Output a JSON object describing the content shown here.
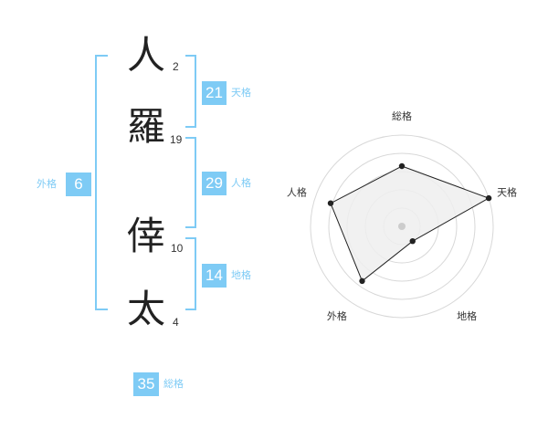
{
  "name": {
    "chars": [
      {
        "char": "人",
        "strokes": "2"
      },
      {
        "char": "羅",
        "strokes": "19"
      },
      {
        "char": "倖",
        "strokes": "10"
      },
      {
        "char": "太",
        "strokes": "4"
      }
    ]
  },
  "kakusu": {
    "tenkaku": {
      "value": "21",
      "label": "天格"
    },
    "jinkaku": {
      "value": "29",
      "label": "人格"
    },
    "chikaku": {
      "value": "14",
      "label": "地格"
    },
    "gaikaku": {
      "value": "6",
      "label": "外格"
    },
    "soukaku": {
      "value": "35",
      "label": "総格"
    }
  },
  "chart_data": {
    "type": "radar",
    "axes": [
      "総格",
      "天格",
      "地格",
      "外格",
      "人格"
    ],
    "values": [
      0.66,
      1.0,
      0.2,
      0.74,
      0.82
    ],
    "rings": 5,
    "colors": {
      "fill": "#eeeeee",
      "ring": "#d8d8d8",
      "line": "#222222",
      "accent": "#7ecbf5"
    }
  }
}
